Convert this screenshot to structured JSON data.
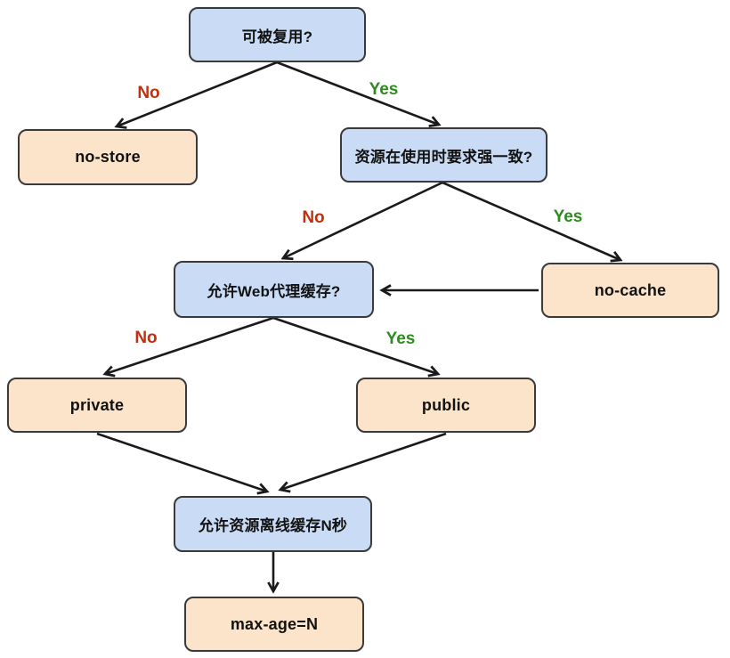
{
  "diagram": {
    "type": "flowchart",
    "topic": "HTTP Cache-Control decision tree",
    "nodes": [
      {
        "id": "reusable",
        "label": "可被复用?",
        "kind": "decision"
      },
      {
        "id": "no-store",
        "label": "no-store",
        "kind": "result"
      },
      {
        "id": "strong-consistency",
        "label": "资源在使用时要求强一致?",
        "kind": "decision"
      },
      {
        "id": "web-proxy",
        "label": "允许Web代理缓存?",
        "kind": "decision"
      },
      {
        "id": "no-cache",
        "label": "no-cache",
        "kind": "result"
      },
      {
        "id": "private",
        "label": "private",
        "kind": "result"
      },
      {
        "id": "public",
        "label": "public",
        "kind": "result"
      },
      {
        "id": "offline-cache",
        "label": "允许资源离线缓存N秒",
        "kind": "decision"
      },
      {
        "id": "max-age",
        "label": "max-age=N",
        "kind": "result"
      }
    ],
    "edges": [
      {
        "from": "reusable",
        "to": "no-store",
        "label": "No"
      },
      {
        "from": "reusable",
        "to": "strong-consistency",
        "label": "Yes"
      },
      {
        "from": "strong-consistency",
        "to": "web-proxy",
        "label": "No"
      },
      {
        "from": "strong-consistency",
        "to": "no-cache",
        "label": "Yes"
      },
      {
        "from": "no-cache",
        "to": "web-proxy",
        "label": ""
      },
      {
        "from": "web-proxy",
        "to": "private",
        "label": "No"
      },
      {
        "from": "web-proxy",
        "to": "public",
        "label": "Yes"
      },
      {
        "from": "private",
        "to": "offline-cache",
        "label": ""
      },
      {
        "from": "public",
        "to": "offline-cache",
        "label": ""
      },
      {
        "from": "offline-cache",
        "to": "max-age",
        "label": ""
      }
    ],
    "colors": {
      "decision_fill": "#cadcf5",
      "result_fill": "#fbe4c9",
      "node_border": "#3a3a3a",
      "arrow": "#1a1a1a",
      "label_no": "#c0310f",
      "label_yes": "#2e8b1e",
      "bg": "#ffffff"
    }
  }
}
